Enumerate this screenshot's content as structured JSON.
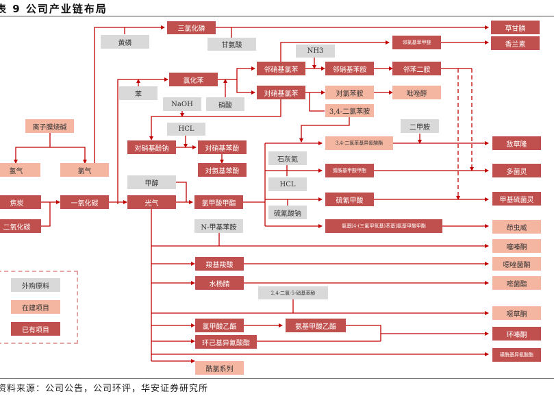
{
  "header": {
    "title": "表 9 公司产业链布局"
  },
  "footer": {
    "source": "资料来源：公司公告，公司环评，华安证券研究所"
  },
  "colors": {
    "external": "#d9d9d9",
    "building": "#f4b6a1",
    "existing": "#c0504d",
    "line": "#c00000"
  },
  "legend": {
    "external": "外购原料",
    "building": "在建项目",
    "existing": "已有项目"
  },
  "nodes": {
    "sanlvhualin": "三氯化磷",
    "huanglin": "黄磷",
    "ganancusuan": "甘氨酸",
    "caoganlin": "草甘膦",
    "linlvjibenjiami": "邻氯基苯甲醚",
    "xianglansu": "香兰素",
    "nh3": "NH3",
    "linxiaojilvben": "邻硝基氯苯",
    "linxiaojibenan": "邻硝基苯胺",
    "linbenerjan": "邻苯二胺",
    "lvhuaben": "氯化苯",
    "ben": "苯",
    "duixiaojilvben": "对硝基氯苯",
    "duilvbenan": "对氯苯胺",
    "bizuochun": "吡唑醇",
    "naoh": "NaOH",
    "xiaosuan": "硝酸",
    "erlvbenan34": "3,4-二氯苯胺",
    "lizimo": "离子膜烧碱",
    "hcl1": "HCL",
    "duixiaojifenna": "对硝基酚钠",
    "duixiaojibenfen": "对硝基苯酚",
    "erjiaan": "二甲胺",
    "yiyicaong": "3,4-二氯苯基异氰酸酯",
    "dicaolong": "敌草隆",
    "qingqi": "氢气",
    "lvqi": "氯气",
    "duianjibenfen": "对氨基苯酚",
    "shihuidan": "石灰氮",
    "jingangjijiasuanjiazhi": "腈胺基甲酸甲酯",
    "duojunling": "多菌灵",
    "jiachun": "甲醇",
    "hcl2": "HCL",
    "jiaotan": "焦炭",
    "yiyanghuatan": "一氧化碳",
    "guangqi": "光气",
    "lvjiasuanjiazhi": "氯甲酸甲酯",
    "liuqingjiasuan": "硫氰甲酸",
    "jiajiliujunling": "甲基硫菌灵",
    "eryanghuatan": "二氧化碳",
    "liuqingsuanna": "硫氰酸钠",
    "N-jiajibenan": "N-甲基苯胺",
    "anjijiasuan": "氨基[4-(三氟甲氧基)苯基]氨基甲酸甲酯",
    "suochongwei": "茚虫威",
    "saiwtong": "噻嗪酮",
    "ezuojuntong": "噁唑菌酮",
    "suojisuan": "羧基羧酸",
    "shuiyangjing": "水杨腈",
    "mijunzhi": "嘧菌酯",
    "nitro245": "2,4-二氯-5-硝基苯酚",
    "ecaotong": "噁草酮",
    "lvjiasuanyizhi": "氯甲酸乙酯",
    "anjijiasuanyizhi": "氨基甲酸乙酯",
    "huanyiji": "环己基异氰酸酯",
    "huansaitong": "环嗪酮",
    "huangxianji": "磺酰基异氰酸酯",
    "xianlvxilie": "酰氯系列"
  }
}
